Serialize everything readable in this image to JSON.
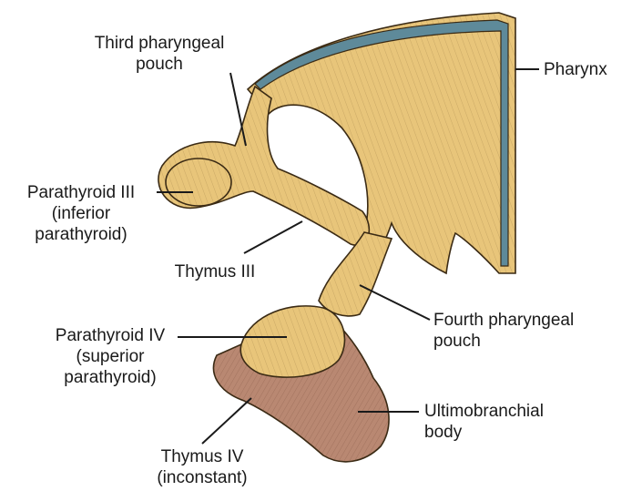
{
  "labels": {
    "third_pouch": [
      "Third pharyngeal",
      "pouch"
    ],
    "pharynx": [
      "Pharynx"
    ],
    "parathyroid_iii": [
      "Parathyroid III",
      "(inferior",
      "parathyroid)"
    ],
    "thymus_iii": [
      "Thymus III"
    ],
    "fourth_pouch": [
      "Fourth pharyngeal",
      "pouch"
    ],
    "parathyroid_iv": [
      "Parathyroid IV",
      "(superior",
      "parathyroid)"
    ],
    "ultimobranchial": [
      "Ultimobranchial",
      "body"
    ],
    "thymus_iv": [
      "Thymus IV",
      "(inconstant)"
    ]
  },
  "colors": {
    "tissue": "#e8c57a",
    "tissue_shadow": "#c9a052",
    "outline": "#3a2a14",
    "pharynx_lumen": "#5e8a9a",
    "ultimobranchial": "#b98872",
    "ultimobranchial_shadow": "#9a6a56",
    "leader_line": "#1a1a1a"
  }
}
